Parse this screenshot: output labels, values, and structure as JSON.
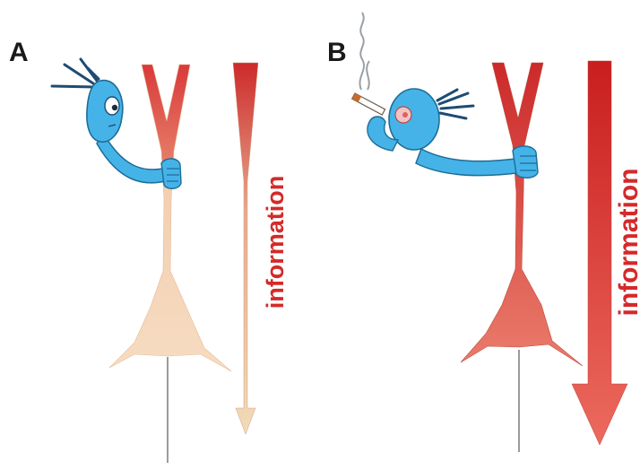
{
  "panels": [
    {
      "label": "A",
      "arrow_label": "information"
    },
    {
      "label": "B",
      "arrow_label": "information"
    }
  ],
  "colors": {
    "dendrite_red": "#d93a3a",
    "neuron_a_body": "#f6dcc2",
    "neuron_b_body": "#e56a5a",
    "character_blue": "#45b3e8",
    "character_outline": "#1d6d97",
    "arrow_red": "#d42a2a",
    "arrow_pale": "#f1dcb8"
  },
  "icons": {
    "character_a": "blue-cartoon-cell-gripping-dendrite-icon",
    "character_b": "blue-cartoon-cell-smoking-icon",
    "smoke": "smoke-wisp-icon",
    "cigarette": "cigarette-icon"
  }
}
